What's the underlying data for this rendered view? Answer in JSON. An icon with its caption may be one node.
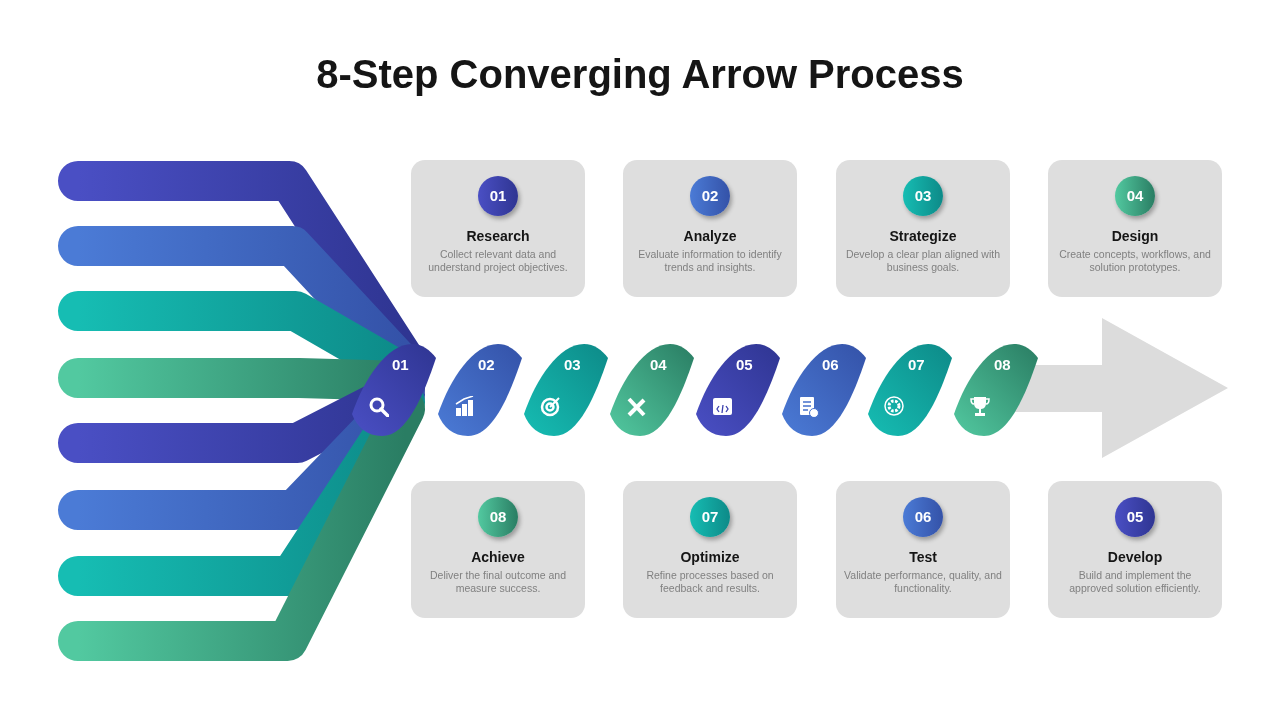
{
  "diagram": {
    "title": "8-Step Converging Arrow Process",
    "nodes": [
      {
        "text": [
          "Research",
          "Collect relevant data and understand project objectives."
        ]
      },
      {
        "text": [
          "01"
        ],
        "in": 0
      },
      {
        "text": [
          "Analyze",
          "Evaluate information to identify trends and insights."
        ]
      },
      {
        "text": [
          "02"
        ],
        "in": 2
      },
      {
        "text": [
          "Strategize",
          "Develop a clear plan aligned with business goals."
        ]
      },
      {
        "text": [
          "03"
        ],
        "in": 4
      },
      {
        "text": [
          "Design",
          "Create concepts, workflows, and solution prototypes."
        ]
      },
      {
        "text": [
          "04"
        ],
        "in": 6
      },
      {
        "text": [
          "01"
        ]
      },
      {
        "text": [
          "02"
        ]
      },
      {
        "text": [
          "03"
        ]
      },
      {
        "text": [
          "04"
        ]
      },
      {
        "text": [
          "05"
        ]
      },
      {
        "text": [
          "06"
        ]
      },
      {
        "text": [
          "07"
        ]
      },
      {
        "text": [
          "08"
        ]
      },
      {
        "text": [
          "Achieve",
          "Deliver the final outcome and measure success."
        ]
      },
      {
        "text": [
          "08"
        ],
        "in": 16
      },
      {
        "text": [
          "Optimize",
          "Refine processes based on feedback and results."
        ]
      },
      {
        "text": [
          "07"
        ],
        "in": 18
      },
      {
        "text": [
          "Test",
          "Validate performance, quality, and functionality."
        ]
      },
      {
        "text": [
          "06"
        ],
        "in": 20
      },
      {
        "text": [
          "Develop",
          "Build and implement the approved solution efficiently."
        ]
      },
      {
        "text": [
          "05"
        ],
        "in": 22
      }
    ]
  }
}
